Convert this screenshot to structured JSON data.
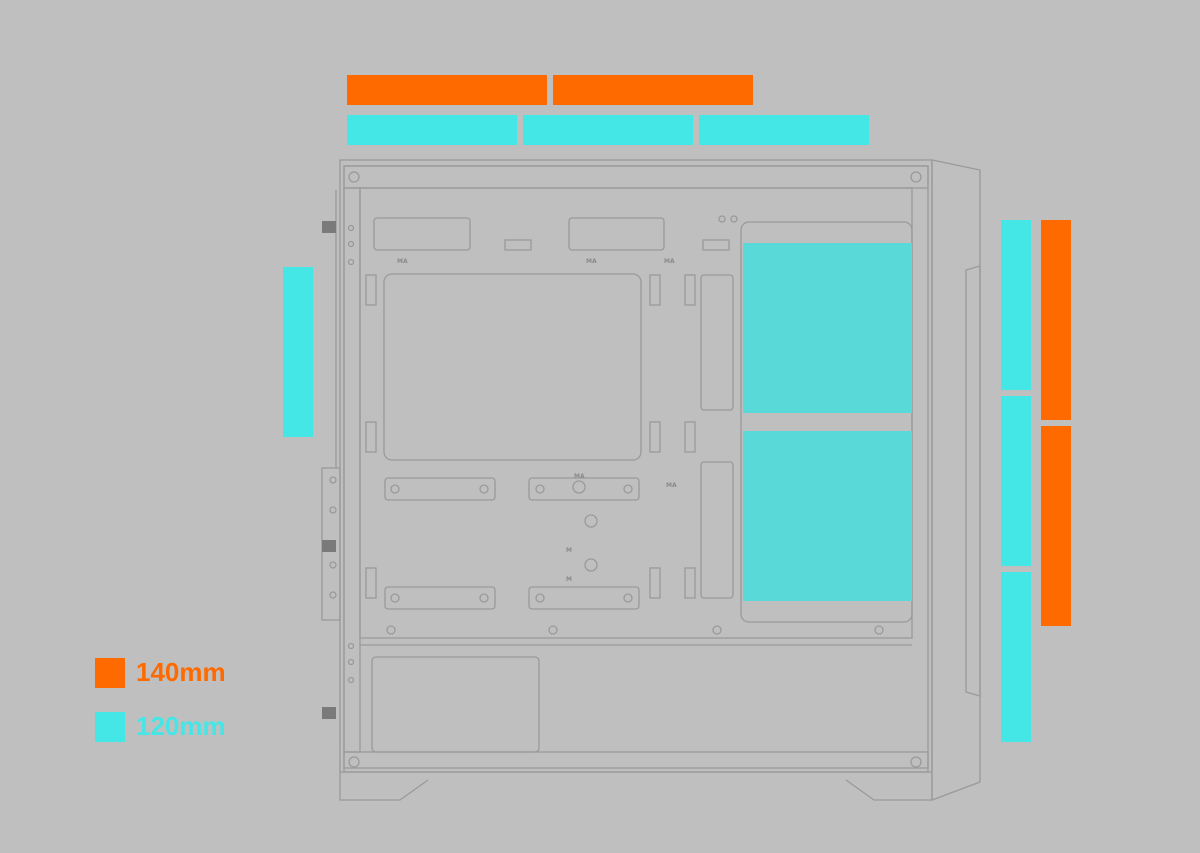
{
  "colors": {
    "background": "#bfbfbf",
    "line": "#9a9a9a",
    "fan_140": "#ff6a00",
    "fan_120": "#45e6e6",
    "fan_120_inside": "#5ad9d9"
  },
  "legend": {
    "fan_140_label": "140mm",
    "fan_120_label": "120mm"
  },
  "panel_marks": {
    "mark_a": "MA",
    "mark_b": "MA",
    "mark_c": "MA",
    "mark_d": "MA",
    "mark_e": "MA",
    "mark_f": "M",
    "mark_g": "M"
  },
  "fan_positions": {
    "top_140_count": 2,
    "top_120_count": 3,
    "rear_120_count": 1,
    "front_inside_120_count": 2,
    "front_120_count": 3,
    "front_140_count": 2
  }
}
